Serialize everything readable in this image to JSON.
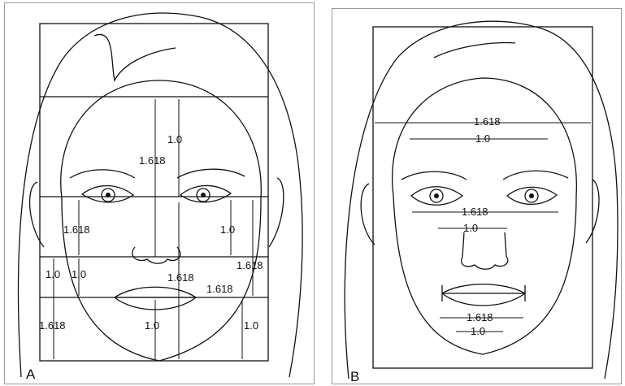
{
  "panel_a": {
    "letter": "A",
    "labels": {
      "center_upper": "1.0",
      "center_long": "1.618",
      "left_eye_to_nose": "1.618",
      "right_eye_to_nose": "1.0",
      "left_nose_a": "1.0",
      "left_nose_b": "1.0",
      "mid_nose": "1.618",
      "right_nose_a": "1.618",
      "right_nose_b": "1.618",
      "left_chin": "1.618",
      "center_chin": "1.0",
      "right_chin": "1.0"
    }
  },
  "panel_b": {
    "letter": "B",
    "labels": {
      "forehead_wide": "1.618",
      "forehead_narrow": "1.0",
      "eyes_wide": "1.618",
      "eyes_narrow": "1.0",
      "mouth_wide": "1.618",
      "mouth_narrow": "1.0"
    }
  }
}
